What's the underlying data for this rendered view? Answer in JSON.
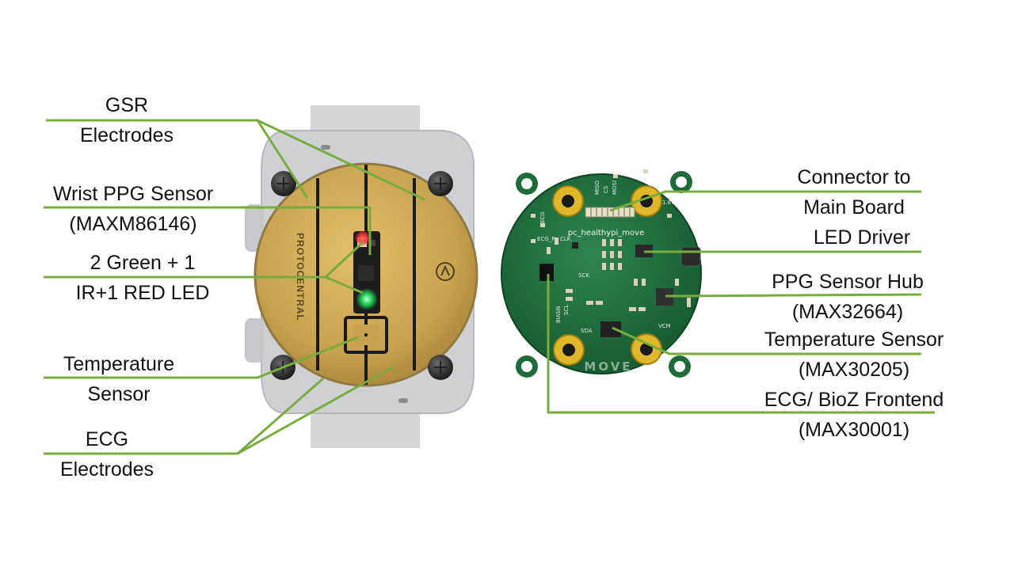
{
  "left_labels": {
    "gsr": [
      "GSR",
      "Electrodes"
    ],
    "wrist_ppg": [
      "Wrist PPG Sensor",
      "(MAXM86146)"
    ],
    "leds": [
      "2 Green + 1",
      "IR+1 RED LED"
    ],
    "temperature": [
      "Temperature",
      "Sensor"
    ],
    "ecg": [
      "ECG",
      "Electrodes"
    ]
  },
  "right_labels": {
    "connector": [
      "Connector to",
      "Main Board"
    ],
    "led_driver": [
      "LED Driver"
    ],
    "ppg_hub": [
      "PPG Sensor Hub",
      "(MAX32664)"
    ],
    "temp_sensor": [
      "Temperature Sensor",
      "(MAX30205)"
    ],
    "ecg_frontend": [
      "ECG/ BioZ Frontend",
      "(MAX30001)"
    ]
  },
  "device_markings": {
    "brand_text": "PROTOCENTRAL",
    "board_name": "pc_healthypi_move",
    "board_logo": "MOVE",
    "silk": [
      "MISO",
      "CS",
      "MOSI",
      "1.8V",
      "ECG",
      "ECG_P",
      "CLK",
      "SCK",
      "SCL",
      "SDA",
      "VCM",
      "BIASN"
    ]
  },
  "colors": {
    "leader_line": "#7aab3f",
    "gold_pad": "#c8a24e",
    "pcb_green": "#1f6b3c",
    "watch_body": "#d2d3d5",
    "led_red": "#ff3030",
    "led_green": "#19e05a"
  }
}
